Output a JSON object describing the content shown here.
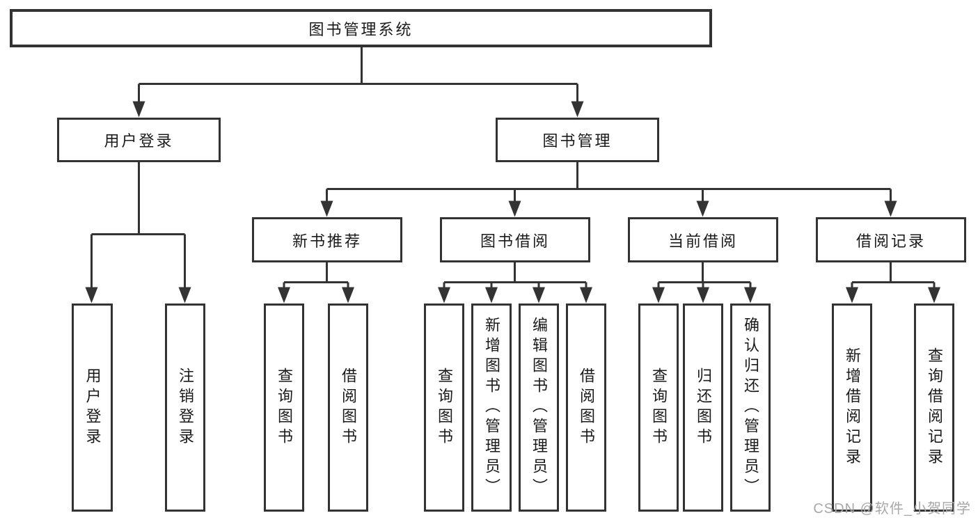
{
  "diagram": {
    "root": {
      "label": "图书管理系统"
    },
    "level2": {
      "user_login": "用户登录",
      "book_management": "图书管理"
    },
    "level3": {
      "new_book_recommend": "新书推荐",
      "book_borrow": "图书借阅",
      "current_borrow": "当前借阅",
      "borrow_record": "借阅记录"
    },
    "leaves": {
      "user_login": [
        "用户登录",
        "注销登录"
      ],
      "new_book_recommend": [
        "查询图书",
        "借阅图书"
      ],
      "book_borrow": [
        "查询图书",
        "新增图书（管理员）",
        "编辑图书（管理员）",
        "借阅图书"
      ],
      "current_borrow": [
        "查询图书",
        "归还图书",
        "确认归还（管理员）"
      ],
      "borrow_record": [
        "新增借阅记录",
        "查询借阅记录"
      ]
    },
    "watermark": "CSDN @软件_小贺同学",
    "colors": {
      "line": "#333333",
      "text": "#1a1a1a",
      "watermark": "#a8a8a8",
      "background": "#ffffff"
    }
  }
}
